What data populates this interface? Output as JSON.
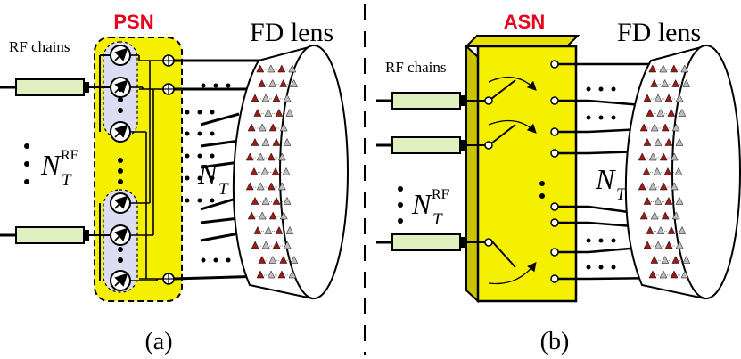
{
  "panel_a": {
    "network_label": "PSN",
    "lens_label": "FD lens",
    "rf_label": "RF chains",
    "nrf_main": "N",
    "nrf_sub": "T",
    "nrf_sup": "RF",
    "nt_main": "N",
    "nt_sub": "T",
    "caption": "(a)"
  },
  "panel_b": {
    "network_label": "ASN",
    "lens_label": "FD lens",
    "rf_label": "RF chains",
    "nrf_main": "N",
    "nrf_sub": "T",
    "nrf_sup": "RF",
    "nt_main": "N",
    "nt_sub": "T",
    "caption": "(b)"
  },
  "colors": {
    "title_red": "#e8001c",
    "network_yellow": "#f5f000",
    "rf_chain_green": "#e0f0c0",
    "phase_shifter_group": "#dcdcf2",
    "antenna_red": "#9b1c16"
  }
}
